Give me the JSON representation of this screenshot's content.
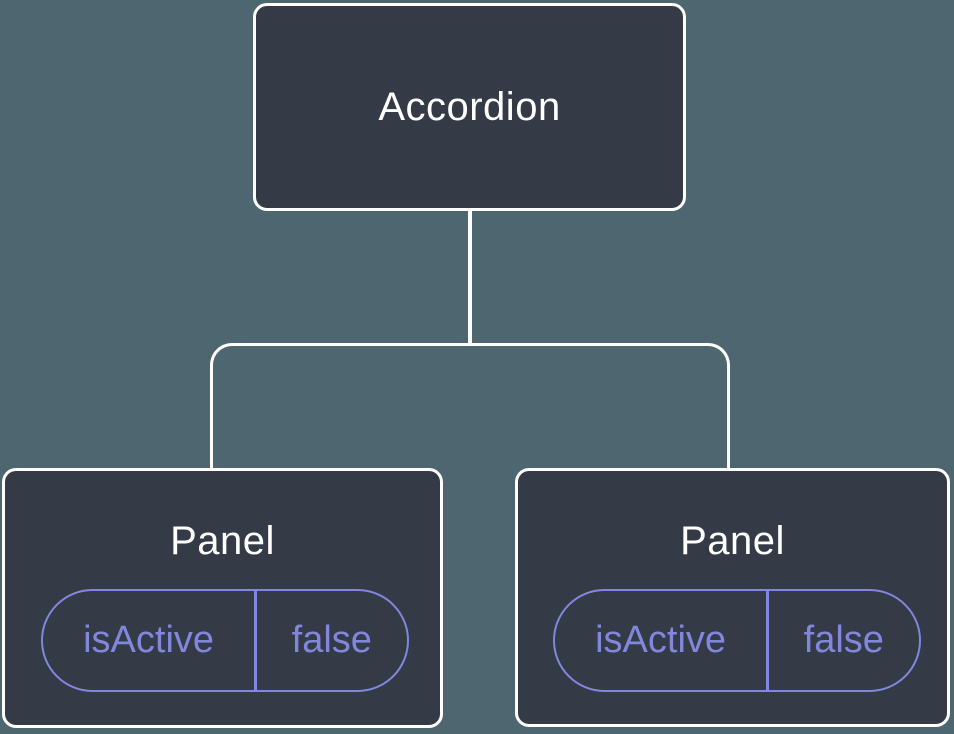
{
  "diagram": {
    "type": "component-tree",
    "colors": {
      "background": "#4D6670",
      "node_fill": "#343A46",
      "node_border": "#FFFFFF",
      "connector": "#FFFFFF",
      "state_accent": "#8287DE",
      "node_text": "#FFFFFF"
    },
    "root": {
      "label": "Accordion"
    },
    "children": [
      {
        "label": "Panel",
        "state": {
          "key": "isActive",
          "value": "false"
        }
      },
      {
        "label": "Panel",
        "state": {
          "key": "isActive",
          "value": "false"
        }
      }
    ]
  }
}
